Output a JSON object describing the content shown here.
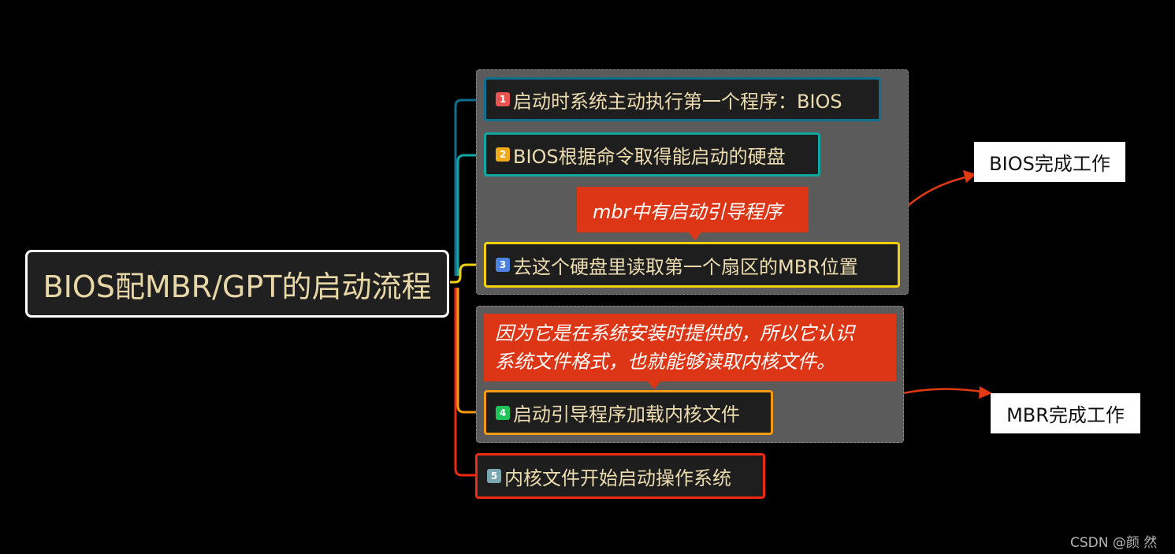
{
  "root": {
    "label": "BIOS配MBR/GPT的启动流程"
  },
  "nodes": [
    {
      "num": "1",
      "label": "启动时系统主动执行第一个程序：BIOS"
    },
    {
      "num": "2",
      "label": "BIOS根据命令取得能启动的硬盘"
    },
    {
      "num": "3",
      "label": "去这个硬盘里读取第一个扇区的MBR位置"
    },
    {
      "num": "4",
      "label": "启动引导程序加载内核文件"
    },
    {
      "num": "5",
      "label": "内核文件开始启动操作系统"
    }
  ],
  "callouts": [
    {
      "text": "mbr中有启动引导程序"
    },
    {
      "line1": "因为它是在系统安装时提供的，所以它认识",
      "line2": "系统文件格式，也就能够读取内核文件。"
    }
  ],
  "labels": [
    {
      "text": "BIOS完成工作"
    },
    {
      "text": "MBR完成工作"
    }
  ],
  "watermark": "CSDN @颜 然",
  "colors": {
    "branch1": "#0f6f8e",
    "branch2": "#10a6a2",
    "branch3": "#f4d10f",
    "branch4": "#f59a15",
    "branch5": "#ee2a10",
    "badge1": "#e85450",
    "badge2": "#f2a91a",
    "badge3": "#4d82e0",
    "badge4": "#1ec45a",
    "badge5": "#7aa7b4",
    "arrow": "#e03a12"
  }
}
